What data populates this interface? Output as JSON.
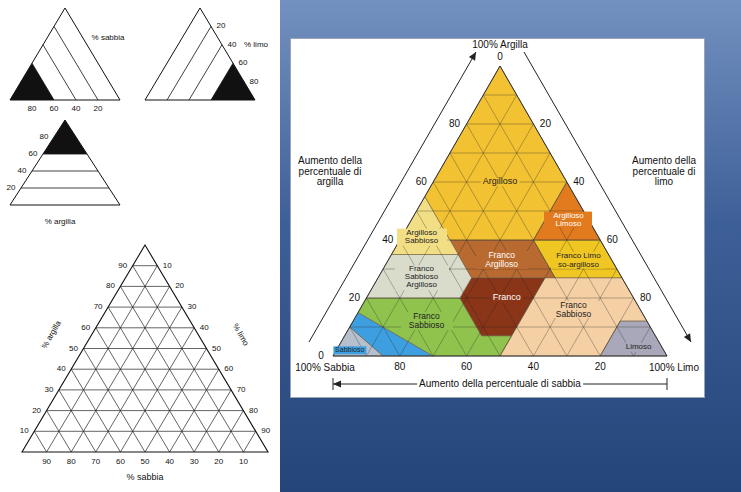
{
  "diagram": {
    "labels": [
      "% sabbia",
      "80",
      "60",
      "40",
      "20",
      "20",
      "40",
      "% limo",
      "60",
      "80",
      "80",
      "60",
      "40",
      "20",
      "% argilla",
      "90",
      "80",
      "70",
      "60",
      "50",
      "40",
      "30",
      "20",
      "10",
      "% argilla",
      "10",
      "20",
      "30",
      "40",
      "50",
      "60",
      "70",
      "80",
      "90",
      "% limo",
      "90",
      "80",
      "70",
      "60",
      "50",
      "40",
      "30",
      "20",
      "10",
      "% sabbia",
      "100% Argilla",
      "0",
      "80",
      "60",
      "40",
      "20",
      "0",
      "20",
      "40",
      "60",
      "80",
      "100% Sabbia",
      "80",
      "60",
      "40",
      "20",
      "100% Limo",
      "Aumento della percentuale di argilla",
      "Aumento della percentuale di limo",
      "Aumento della percentuale di sabbia",
      "Argilloso",
      "Argilloso Sabbioso",
      "Argilloso Limoso",
      "Franco Argilloso",
      "Franco Limo so-argilloso",
      "Franco Sabbioso Argilloso",
      "Franco Sabbioso",
      "Franco",
      "Franco Sabbioso",
      "Limoso",
      "Sabbioso"
    ]
  }
}
